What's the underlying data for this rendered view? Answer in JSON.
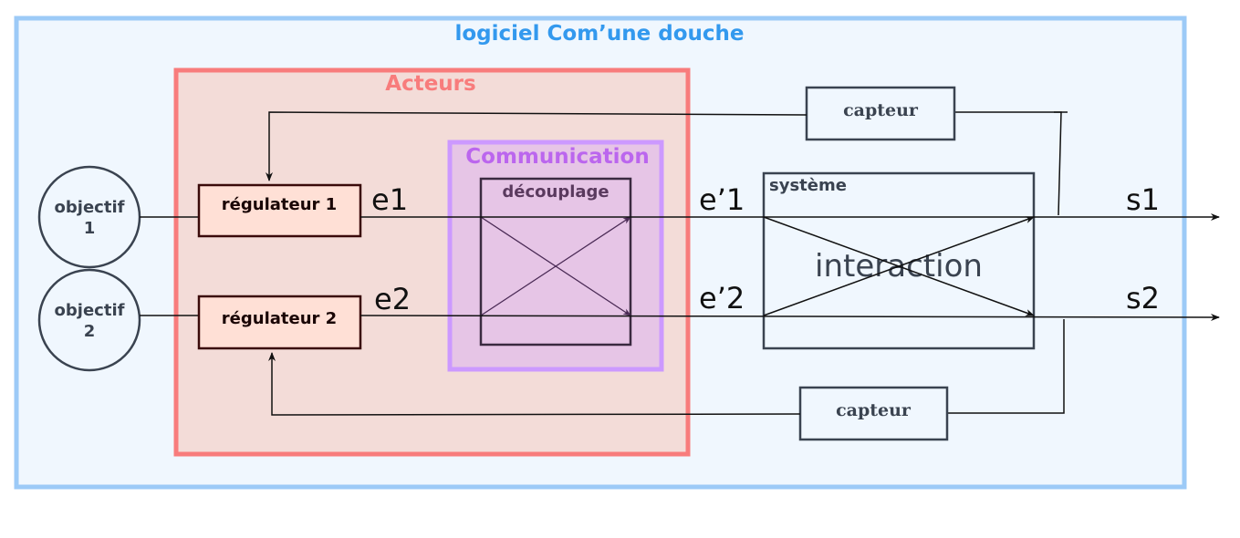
{
  "colors": {
    "outer_border": "#9ccaf7",
    "outer_fill": "#f0f7fe",
    "outer_title": "#3399ee",
    "acteurs_border": "#f87c7c",
    "acteurs_fill": "#f3dcd8",
    "acteurs_title": "#f87c7c",
    "comm_border": "#cc99ff",
    "comm_fill": "#e6c5e6",
    "comm_title": "#bb66ee",
    "regulator_fill": "#ffe0d6",
    "regulator_border": "#3a0a0a",
    "node_border": "#3a4350",
    "line": "#111111"
  },
  "diagram": {
    "outer_title": "logiciel Com’une douche",
    "acteurs_title": "Acteurs",
    "communication_title": "Communication",
    "decouplage_label": "découplage",
    "systeme_label": "système",
    "interaction_label": "interaction",
    "objectif1": {
      "line1": "objectif",
      "line2": "1"
    },
    "objectif2": {
      "line1": "objectif",
      "line2": "2"
    },
    "regulateur1": "régulateur 1",
    "regulateur2": "régulateur 2",
    "capteur_top": "capteur",
    "capteur_bottom": "capteur",
    "e1": "e1",
    "e2": "e2",
    "e1p": "e’1",
    "e2p": "e’2",
    "s1": "s1",
    "s2": "s2"
  }
}
